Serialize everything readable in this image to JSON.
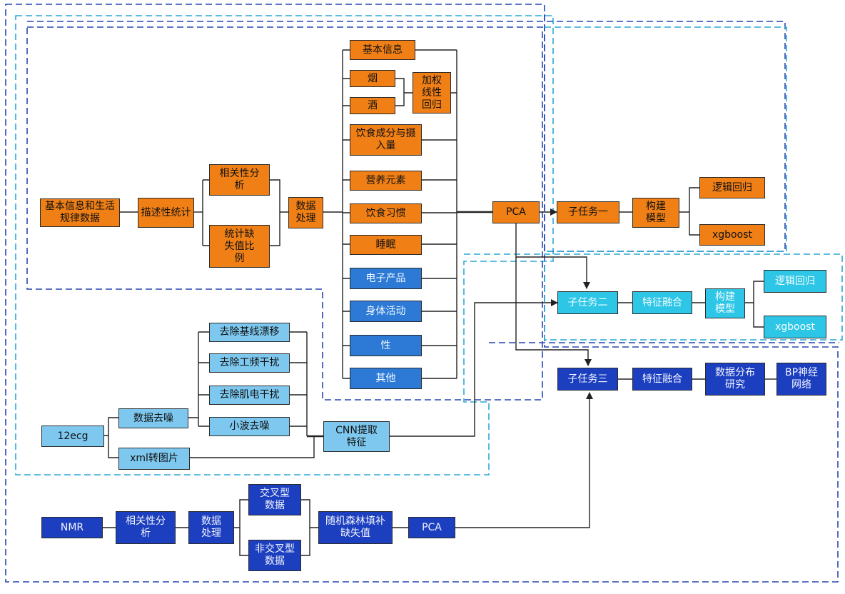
{
  "nodes": {
    "basic_lifestyle": "基本信息和生活规律数据",
    "descriptive_stats": "描述性统计",
    "correlation_1": "相关性分析",
    "missing_ratio": "统计缺失值比例",
    "data_processing_1": "数据处理",
    "basic_info": "基本信息",
    "smoking": "烟",
    "alcohol": "酒",
    "weighted_regression": "加权线性回归",
    "diet_intake": "饮食成分与摄入量",
    "nutrients": "营养元素",
    "eating_habits": "饮食习惯",
    "sleep": "睡眠",
    "electronics": "电子产品",
    "physical_activity": "身体活动",
    "sex": "性",
    "other": "其他",
    "pca_1": "PCA",
    "subtask_1": "子任务一",
    "build_model_1": "构建模型",
    "logreg_1": "逻辑回归",
    "xgboost_1": "xgboost",
    "subtask_2": "子任务二",
    "feature_fusion_2": "特征融合",
    "build_model_2": "构建模型",
    "logreg_2": "逻辑回归",
    "xgboost_2": "xgboost",
    "remove_baseline": "去除基线漂移",
    "remove_powerline": "去除工频干扰",
    "remove_emg": "去除肌电干扰",
    "wavelet_denoise": "小波去噪",
    "ecg12": "12ecg",
    "data_denoise": "数据去噪",
    "xml_to_image": "xml转图片",
    "cnn_features": "CNN提取特征",
    "subtask_3": "子任务三",
    "feature_fusion_3": "特征融合",
    "distribution_study": "数据分布研究",
    "bp_network": "BP神经网络",
    "nmr": "NMR",
    "correlation_2": "相关性分析",
    "data_processing_2": "数据处理",
    "cross_data": "交叉型数据",
    "non_cross_data": "非交叉型数据",
    "rf_impute": "随机森林填补缺失值",
    "pca_2": "PCA"
  },
  "colors": {
    "orange": "#f07f16",
    "light_blue": "#7ec8ef",
    "medium_blue": "#2c7ad6",
    "cyan": "#2ec6e6",
    "navy": "#1c3fbf",
    "frame_dark": "#2747b0",
    "frame_light": "#2aa9d6"
  }
}
